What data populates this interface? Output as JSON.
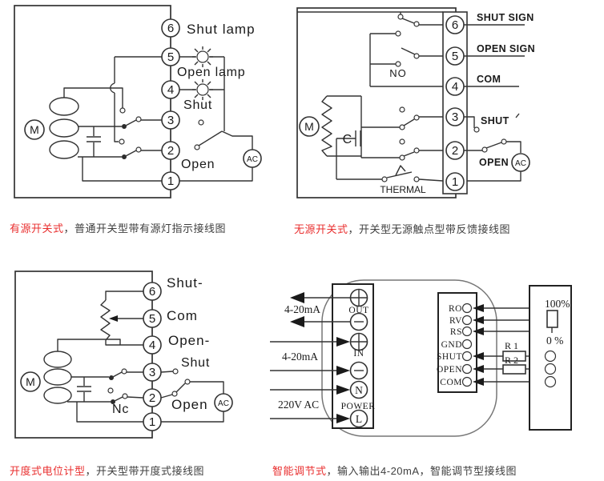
{
  "colors": {
    "accent_red": "#e92f2f",
    "line": "#333333",
    "text": "#1a1a1a"
  },
  "captions": [
    {
      "red": "有源开关式",
      "rest": "，普通开关型带有源灯指示接线图"
    },
    {
      "red": "无源开关式",
      "rest": "，开关型无源触点型带反馈接线图"
    },
    {
      "red": "开度式电位计型",
      "rest": "，开关型带开度式接线图"
    },
    {
      "red": "智能调节式",
      "rest": "，输入输出4-20mA，智能调节型接线图"
    }
  ],
  "p1": {
    "motor": "M",
    "ac": "AC",
    "terminals": [
      "6",
      "5",
      "4",
      "3",
      "2",
      "1"
    ],
    "labels": {
      "shut_lamp": "Shut lamp",
      "open_lamp": "Open lamp",
      "shut": "Shut",
      "open": "Open"
    }
  },
  "p2": {
    "motor": "M",
    "ac": "AC",
    "cap": "C",
    "terminals": [
      "6",
      "5",
      "4",
      "3",
      "2",
      "1"
    ],
    "labels": {
      "shut_sign": "SHUT SIGN",
      "open_sign": "OPEN SIGN",
      "com": "COM",
      "no": "NO",
      "shut": "SHUT",
      "open": "OPEN",
      "thermal": "THERMAL"
    }
  },
  "p3": {
    "motor": "M",
    "ac": "AC",
    "terminals": [
      "6",
      "5",
      "4",
      "3",
      "2",
      "1"
    ],
    "labels": {
      "shut_minus": "Shut-",
      "com": "Com",
      "open_minus": "Open-",
      "shut": "Shut",
      "open": "Open",
      "nc": "Nc"
    }
  },
  "p4": {
    "block": [
      "RO",
      "RV",
      "RS",
      "GND",
      "SHUT",
      "OPEN",
      "COM"
    ],
    "labels": {
      "out": "OUT",
      "in": "IN",
      "power": "POWER",
      "n": "N",
      "l": "L",
      "ma_out": "4-20mA",
      "ma_in": "4-20mA",
      "v220": "220V  AC",
      "hundred": "100%",
      "zero": "0 %",
      "r1": "R 1",
      "r2": "R 2"
    }
  }
}
